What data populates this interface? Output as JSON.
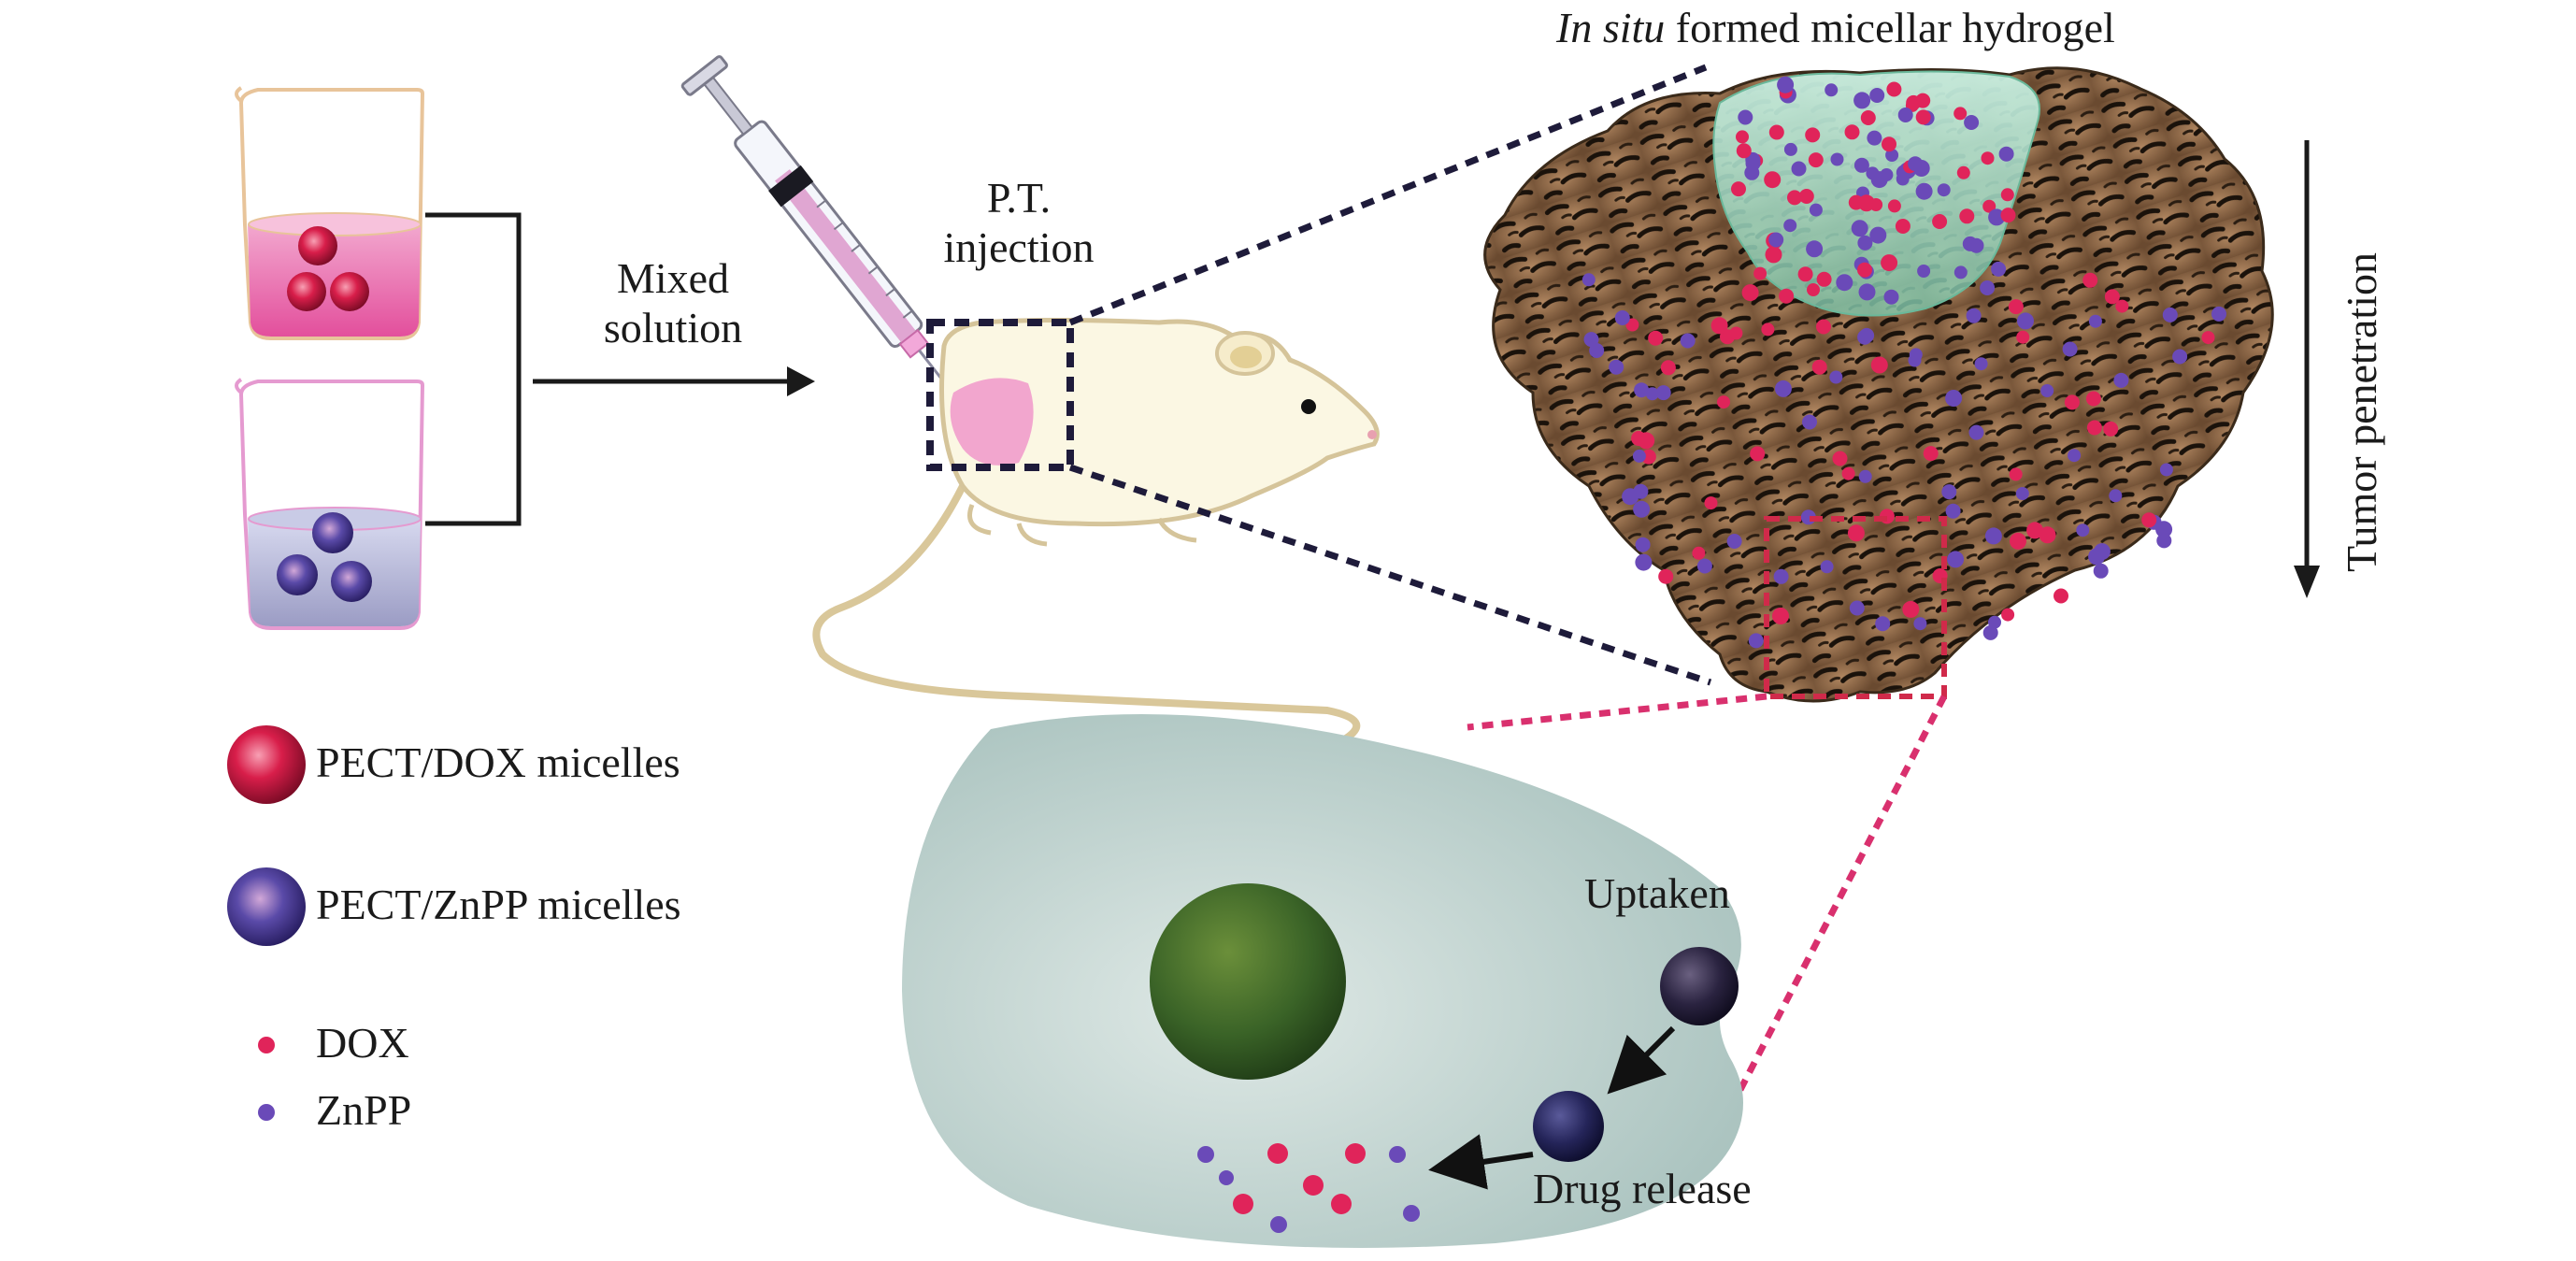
{
  "labels": {
    "mixed_line1": "Mixed",
    "mixed_line2": "solution",
    "pt_line1": "P.T.",
    "pt_line2": "injection",
    "hydrogel_italic": "In situ",
    "hydrogel_rest": " formed micellar hydrogel",
    "tumor_penetration": "Tumor penetration",
    "uptaken": "Uptaken",
    "drug_release": "Drug release"
  },
  "legend": [
    {
      "label": "PECT/DOX micelles",
      "icon": "pect-dox-micelle-icon",
      "color": "#d81e4a"
    },
    {
      "label": "PECT/ZnPP micelles",
      "icon": "pect-znpp-micelle-icon",
      "color": "#5a4aa8"
    },
    {
      "label": "DOX",
      "icon": "dox-dot-icon",
      "color": "#e0245a"
    },
    {
      "label": "ZnPP",
      "icon": "znpp-dot-icon",
      "color": "#6a4ab8"
    }
  ],
  "colors": {
    "dox": "#e0245a",
    "znpp": "#6a4ab8",
    "tumor": "#8a6040",
    "hydrogel": "#9fd8c0",
    "cell": "#b9cfcc",
    "nucleus": "#2f5a22",
    "connector_pink": "#d9306e",
    "connector_dark": "#1e1b3a"
  }
}
